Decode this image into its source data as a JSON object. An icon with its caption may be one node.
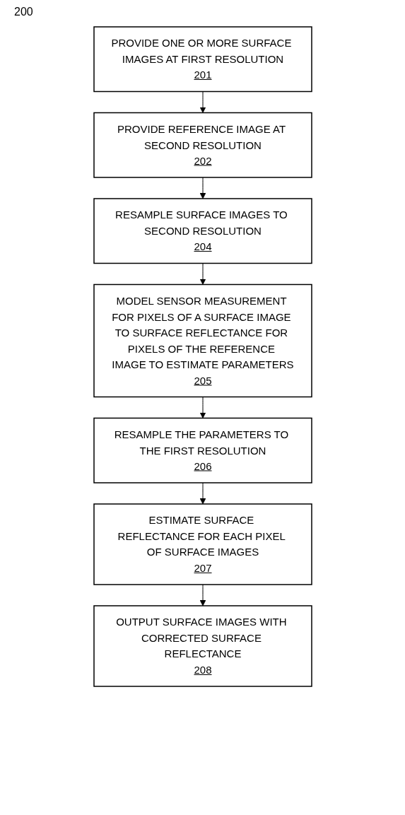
{
  "diagram": {
    "nodes": [
      {
        "text": [
          "PROVIDE ONE OR MORE SURFACE IMAGES AT FIRST RESOLUTION",
          "201"
        ]
      },
      {
        "text": [
          "PROVIDE REFERENCE IMAGE AT SECOND RESOLUTION",
          "202"
        ]
      },
      {
        "text": [
          "RESAMPLE SURFACE IMAGES TO SECOND RESOLUTION",
          "204"
        ]
      },
      {
        "text": [
          "MODEL SENSOR MEASUREMENT FOR PIXELS OF A SURFACE IMAGE TO SURFACE REFLECTANCE FOR PIXELS OF THE REFERENCE IMAGE TO ESTIMATE PARAMETERS",
          "205"
        ]
      },
      {
        "text": [
          "RESAMPLE THE PARAMETERS TO THE FIRST RESOLUTION",
          "206"
        ]
      },
      {
        "text": [
          "ESTIMATE SURFACE REFLECTANCE FOR EACH PIXEL OF SURFACE IMAGES",
          "207"
        ]
      },
      {
        "text": [
          "OUTPUT SURFACE IMAGES WITH CORRECTED SURFACE REFLECTANCE",
          "208"
        ]
      }
    ],
    "edges": [
      {
        "from": 0,
        "to": 1,
        "arrow": "to"
      },
      {
        "from": 1,
        "to": 2,
        "arrow": "to"
      },
      {
        "from": 2,
        "to": 3,
        "arrow": "to"
      },
      {
        "from": 3,
        "to": 4,
        "arrow": "to"
      },
      {
        "from": 4,
        "to": 5,
        "arrow": "to"
      },
      {
        "from": 5,
        "to": 6,
        "arrow": "to"
      }
    ],
    "labels": [
      "200"
    ]
  }
}
